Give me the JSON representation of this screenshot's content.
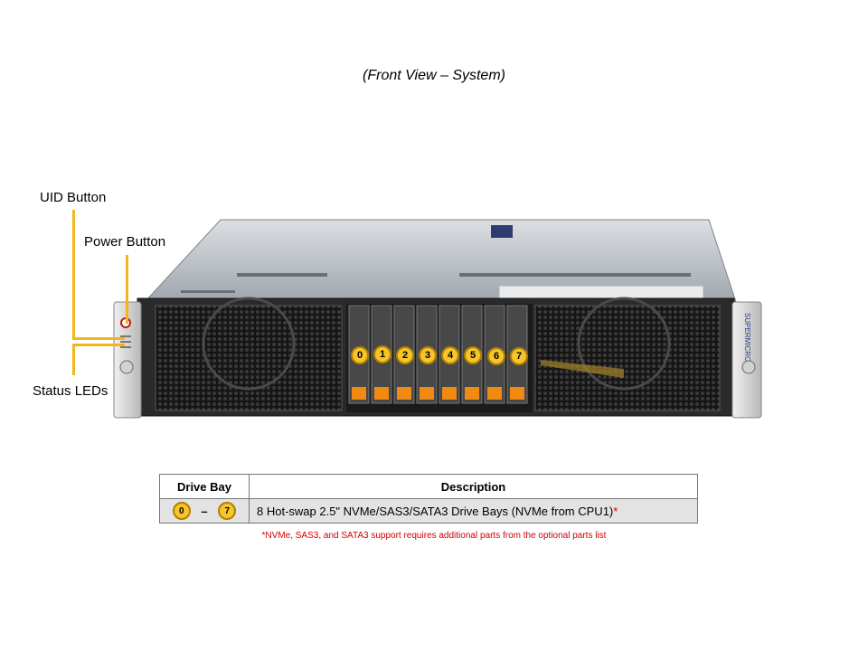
{
  "caption": "(Front View – System)",
  "callouts": {
    "uid": "UID Button",
    "power": "Power Button",
    "status": "Status LEDs"
  },
  "bays": [
    "0",
    "1",
    "2",
    "3",
    "4",
    "5",
    "6",
    "7"
  ],
  "colors": {
    "bay_accent": "#f7c52b",
    "lead_line": "#f2b51d",
    "footnote": "#d00000"
  },
  "table": {
    "headers": {
      "bay": "Drive Bay",
      "description": "Description"
    },
    "row": {
      "range_start": "0",
      "range_dash": "–",
      "range_end": "7",
      "description": "8 Hot-swap 2.5\" NVMe/SAS3/SATA3 Drive Bays (NVMe from CPU1)",
      "asterisk": "*"
    }
  },
  "footnote": "*NVMe, SAS3, and SATA3 support requires additional parts from the optional parts list",
  "brand_mark": "SUPERMICRO"
}
